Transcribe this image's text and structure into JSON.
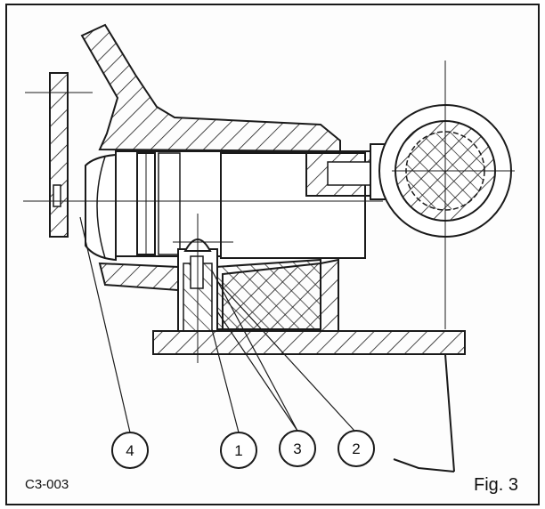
{
  "figure": {
    "code": "C3-003",
    "label": "Fig. 3"
  },
  "callouts": [
    "4",
    "1",
    "3",
    "2"
  ],
  "colors": {
    "ink": "#1a1a1a",
    "paper": "#fdfdfd"
  }
}
